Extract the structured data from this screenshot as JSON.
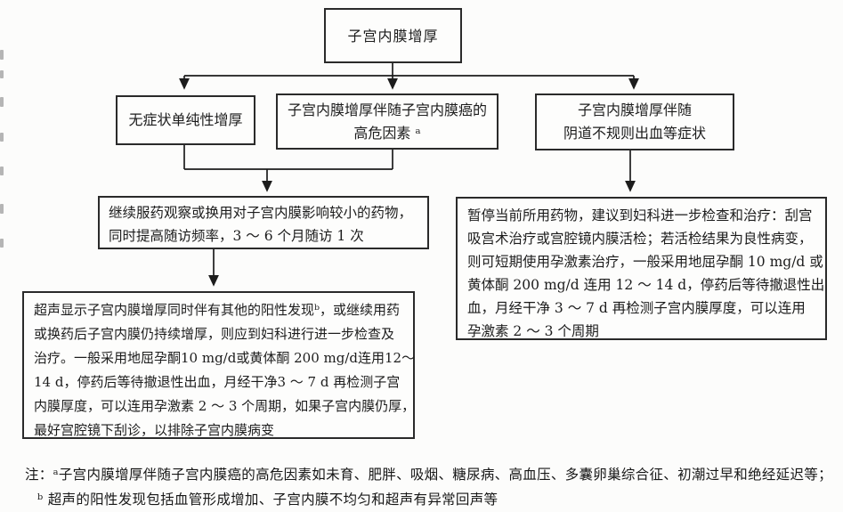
{
  "figure": {
    "boxes": {
      "top": {
        "lines": [
          "子宫内膜增厚"
        ]
      },
      "asymptomatic": {
        "lines": [
          "无症状单纯性增厚"
        ]
      },
      "high_risk": {
        "lines": [
          "子宫内膜增厚伴随子宫内膜癌的",
          "高危因素 ᵃ"
        ]
      },
      "bleeding": {
        "lines": [
          "子宫内膜增厚伴随",
          "阴道不规则出血等症状"
        ]
      },
      "continue_med": {
        "lines": [
          "继续服药观察或换用对子宫内膜影响较小的药物，",
          "同时提高随访频率，3 ～ 6 个月随访 1 次"
        ]
      },
      "stop_med": {
        "lines": [
          "暂停当前所用药物，建议到妇科进一步检查和治疗：刮宫",
          "吸宫术治疗或宫腔镜内膜活检；若活检结果为良性病变，",
          "则可短期使用孕激素治疗，一般采用地屈孕酮 10 mg/d 或",
          "黄体酮 200 mg/d 连用 12 ～ 14 d，停药后等待撤退性出",
          "血，月经干净 3 ～ 7 d 再检测子宫内膜厚度，可以连用",
          "孕激素 2 ～ 3 个周期"
        ]
      },
      "ultrasound": {
        "lines": [
          "超声显示子宫内膜增厚同时伴有其他的阳性发现ᵇ，或继续用药",
          "或换药后子宫内膜仍持续增厚，则应到妇科进行进一步检查及",
          "治疗。一般采用地屈孕酮10 mg/d或黄体酮 200 mg/d连用12～",
          "14 d，停药后等待撤退性出血，月经干净3 ～ 7 d 再检测子宫",
          "内膜厚度，可以连用孕激素 2 ～ 3 个周期，如果子宫内膜仍厚，",
          "最好宫腔镜下刮诊，以排除子宫内膜病变"
        ]
      }
    },
    "footnotes": {
      "note_a": "注：ᵃ子宫内膜增厚伴随子宫内膜癌的高危因素如未育、肥胖、吸烟、糖尿病、高血压、多囊卵巢综合征、初潮过早和绝经延迟等；",
      "note_b": "ᵇ 超声的阳性发现包括血管形成增加、子宫内膜不均匀和超声有异常回声等"
    },
    "colors": {
      "ink": "#1c1c1c",
      "border": "#2a2a2a",
      "paper": "#fcfcfb"
    }
  }
}
